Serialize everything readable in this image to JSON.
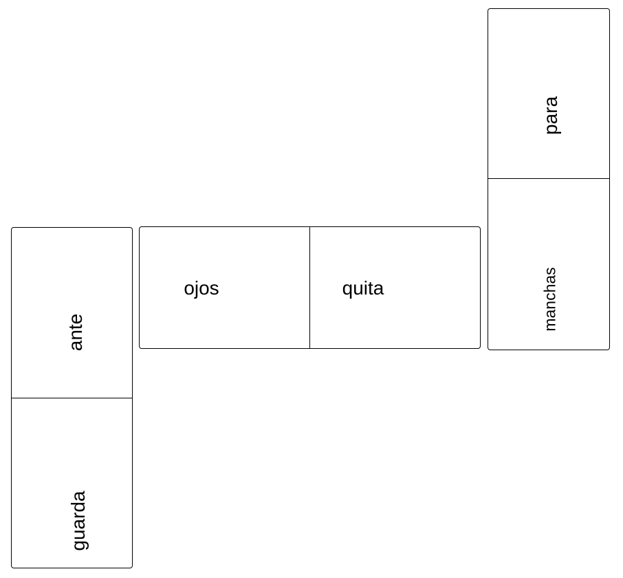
{
  "dominoes": [
    {
      "top_word": "ante",
      "bottom_word": "guarda"
    },
    {
      "left_word": "ojos",
      "right_word": "quita"
    },
    {
      "top_word": "para",
      "bottom_word": "manchas"
    }
  ]
}
